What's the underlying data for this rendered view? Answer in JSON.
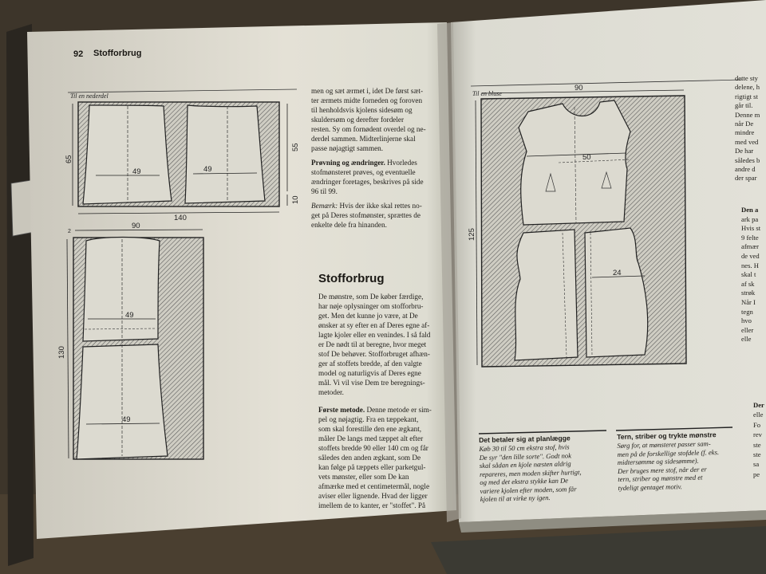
{
  "left_page": {
    "page_number": "92",
    "running_head": "Stofforbrug",
    "figure_skirt": {
      "caption": "Til en nederdel",
      "width_label": "140",
      "height_left": "65",
      "height_right": "55",
      "hem_label": "10",
      "piece_width_1": "49",
      "piece_width_2": "49"
    },
    "figure_dress": {
      "width_label": "90",
      "height_label": "130",
      "piece_width_top": "49",
      "piece_width_bottom": "49",
      "corner_mark": "2"
    },
    "col_intro": [
      "men og sæt ærmet i, idet De først sæt-",
      "ter ærmets midte forneden og foroven",
      "til henholdsvis kjolens sidesøm og",
      "skuldersøm og derefter fordeler",
      "resten. Sy om fornødent overdel og ne-",
      "derdel sammen. Midterlinjerne skal",
      "passe nøjagtigt sammen."
    ],
    "proving_head": "Prøvning og ændringer.",
    "proving_lines": [
      " Hvorledes",
      "stofmønsteret prøves, og eventuelle",
      "ændringer foretages, beskrives på side",
      "96 til 99."
    ],
    "bemaerk_head": "Bemærk:",
    "bemaerk_lines": [
      " Hvis der ikke skal rettes no-",
      "get på Deres stofmønster, sprættes de",
      "enkelte dele fra hinanden."
    ],
    "section_title": "Stofforbrug",
    "section_lines": [
      "De mønstre, som De køber færdige,",
      "har nøje oplysninger om stofforbru-",
      "get. Men det kunne jo være, at De",
      "ønsker at sy efter en af Deres egne af-",
      "lagte kjoler eller en venindes. I så fald",
      "er De nødt til at beregne, hvor meget",
      "stof De behøver. Stofforbruget afhæn-",
      "ger af stoffets bredde, af den valgte",
      "model og naturligvis af Deres egne",
      "mål. Vi vil vise Dem tre beregnings-",
      "metoder."
    ],
    "method_head": "Første metode.",
    "method_lines": [
      " Denne metode er sim-",
      "pel og nøjagtig. Fra en tæppekant,",
      "som skal forestille den ene ægkant,",
      "måler De langs med tæppet alt efter",
      "stoffets bredde 90 eller 140 cm og får",
      "således den anden ægkant, som De",
      "kan følge på tæppets eller parketgul-",
      "vets mønster, eller som De kan",
      "afmærke med et centimetermål, nogle",
      "aviser eller lignende. Hvad der ligger",
      "imellem de to kanter, er \"stoffet\". På"
    ]
  },
  "right_page": {
    "figure_blouse": {
      "caption": "Til en bluse",
      "width_label": "90",
      "height_label": "125",
      "front_width": "50",
      "back_width": "24"
    },
    "box1_title": "Det betaler sig at planlægge",
    "box1_lines": [
      "Køb 30 til 50 cm ekstra stof, hvis",
      "De syr \"den lille sorte\". Godt nok",
      "skal sådan en kjole næsten aldrig",
      "repareres, men moden skifter hurtigt,",
      "og med det ekstra stykke kan De",
      "variere kjolen efter moden, som får",
      "kjolen til at virke ny igen."
    ],
    "box2_title": "Tern, striber og trykte mønstre",
    "box2_lines": [
      "Sørg for, at mønsteret passer sam-",
      "men på de forskellige stofdele (f. eks.",
      "midtersømme og sidesømme).",
      "Der bruges mere stof, når der er",
      "tern, striber og mønstre med et",
      "tydeligt gentaget motiv."
    ],
    "edge_col_top": [
      "dette sty",
      "delene, h",
      "rigtigt st",
      "går til.",
      "Denne m",
      "når De",
      "mindre",
      "med ved",
      "De har",
      "således b",
      "andre d",
      "der spar"
    ],
    "edge_col_mid": [
      "Den a",
      "ark pa",
      "Hvis st",
      "9 felte",
      "afmær",
      "de ved",
      "nes. H",
      "skal t",
      "af sk",
      "strøk",
      "Når I",
      "tegn",
      "hvo",
      "eller",
      "elle"
    ],
    "edge_col_bottom": [
      "Der",
      "elle",
      "Fo",
      "rev",
      "ste",
      "ste",
      "sa",
      "pe"
    ]
  }
}
